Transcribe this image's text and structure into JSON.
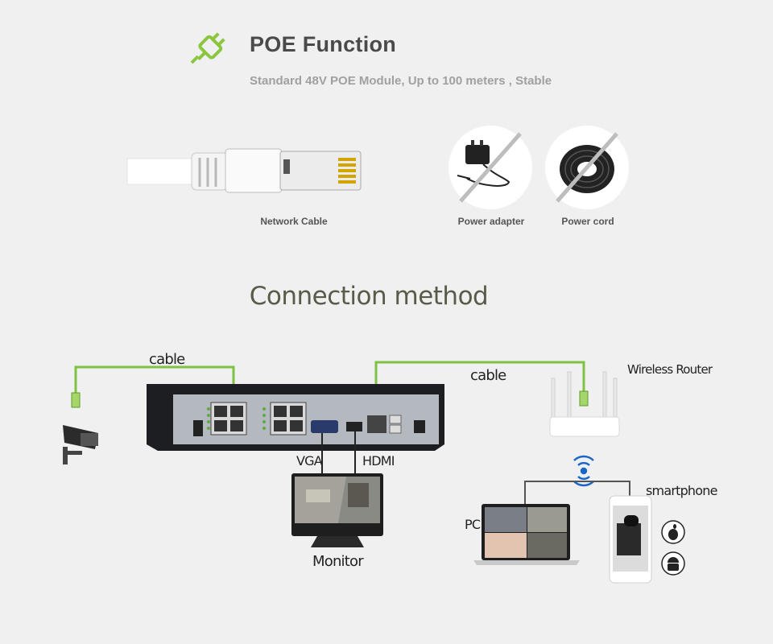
{
  "header": {
    "title": "POE Function",
    "subtitle": "Standard 48V POE Module,  Up to 100 meters ,  Stable",
    "icon": "plug-icon",
    "accent_color": "#8cc63f"
  },
  "items": [
    {
      "label": "Network Cable",
      "icon": "network-cable-icon"
    },
    {
      "label": "Power adapter",
      "icon": "power-adapter-icon",
      "crossed": true
    },
    {
      "label": "Power cord",
      "icon": "power-cord-icon",
      "crossed": true
    }
  ],
  "connection": {
    "title": "Connection method",
    "cable_label_left": "cable",
    "cable_label_right": "cable",
    "router_label": "Wireless Router",
    "vga_label": "VGA",
    "hdmi_label": "HDMI",
    "monitor_label": "Monitor",
    "pc_label": "PC",
    "smartphone_label": "smartphone",
    "cable_color": "#7dc242"
  }
}
